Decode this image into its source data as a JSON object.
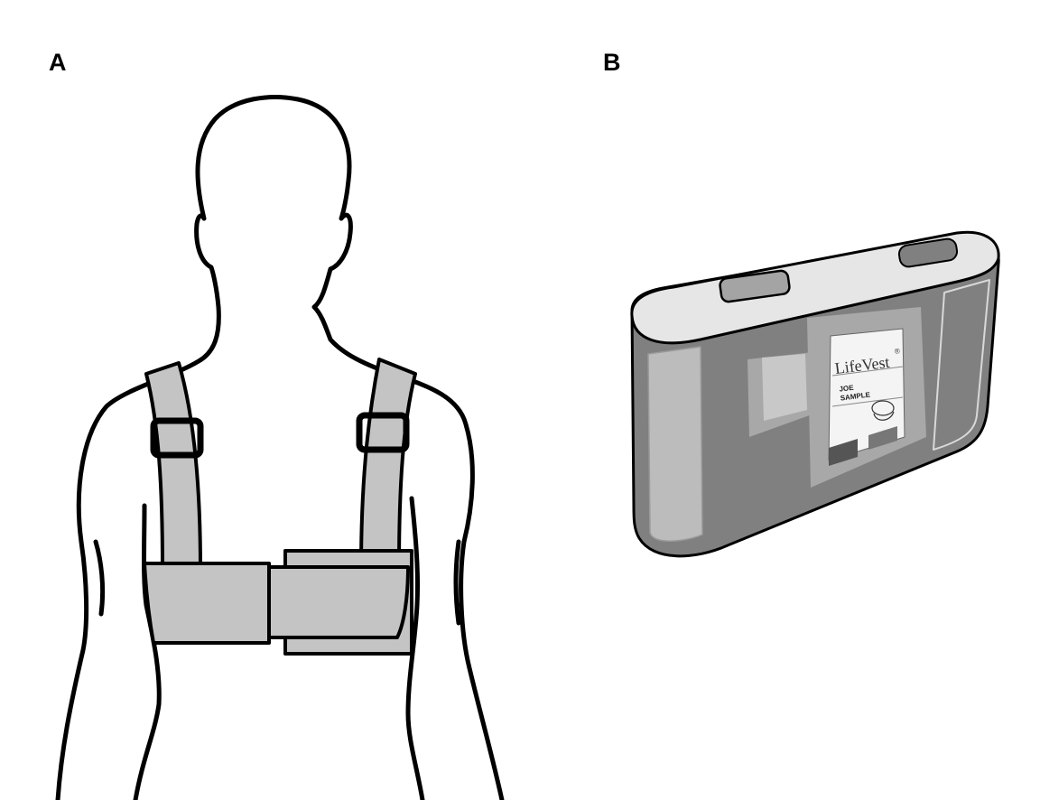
{
  "panels": {
    "a": {
      "label": "A"
    },
    "b": {
      "label": "B"
    }
  },
  "device": {
    "brand": "LifeVest",
    "brand_mark": "®",
    "line1": "JOE",
    "line2": "SAMPLE"
  },
  "colors": {
    "outline": "#000000",
    "strap_fill": "#c4c4c4",
    "device_dark": "#808080",
    "device_light": "#bcbcbc",
    "device_top": "#e6e6e6",
    "label_white": "#f4f4f4"
  }
}
